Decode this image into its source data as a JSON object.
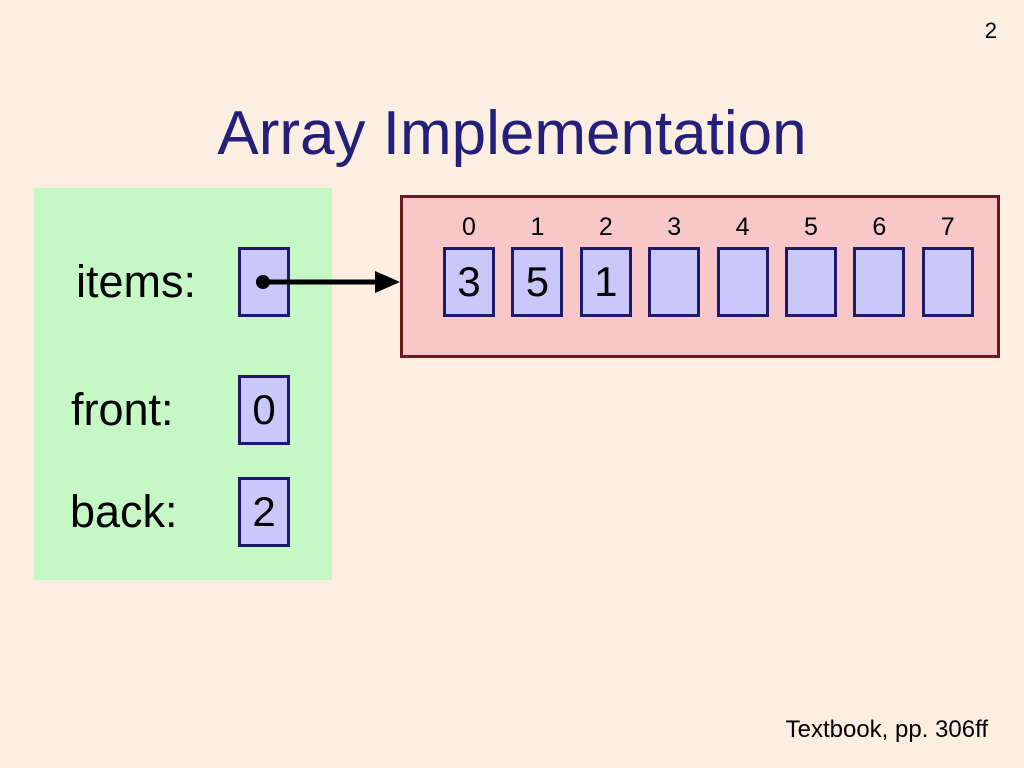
{
  "slide": {
    "number": "2",
    "title": "Array Implementation",
    "footer": "Textbook, pp. 306ff"
  },
  "fields": {
    "items": {
      "label": "items:"
    },
    "front": {
      "label": "front:",
      "value": "0"
    },
    "back": {
      "label": "back:",
      "value": "2"
    }
  },
  "array": {
    "indices": [
      "0",
      "1",
      "2",
      "3",
      "4",
      "5",
      "6",
      "7"
    ],
    "cells": [
      "3",
      "5",
      "1",
      "",
      "",
      "",
      "",
      ""
    ]
  },
  "colors": {
    "background": "#fdeee2",
    "title": "#24207a",
    "variables_panel": "#c6f8c6",
    "array_panel": "#f8c8c8",
    "array_border": "#6e1a1a",
    "cell_fill": "#c8c8fa",
    "cell_border": "#1e1a6b"
  }
}
